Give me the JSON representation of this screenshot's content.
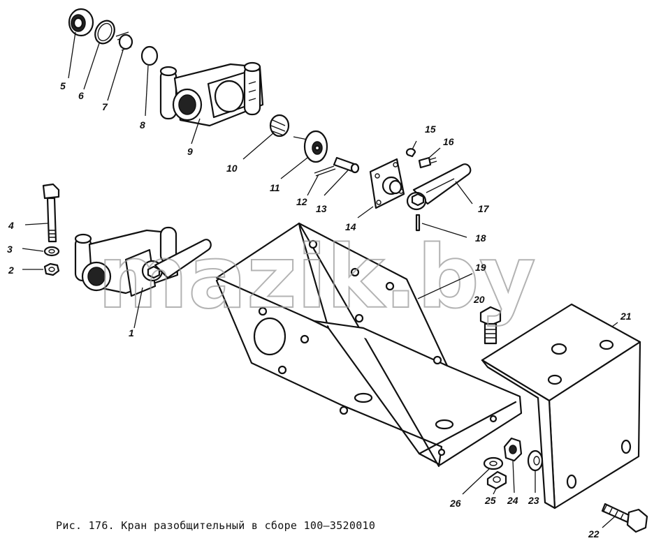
{
  "caption": "Рис. 176. Кран разобщительный в сборе 100—3520010",
  "watermark": "mazik.by",
  "callouts": {
    "c1": "1",
    "c2": "2",
    "c3": "3",
    "c4": "4",
    "c5": "5",
    "c6": "6",
    "c7": "7",
    "c8": "8",
    "c9": "9",
    "c10": "10",
    "c11": "11",
    "c12": "12",
    "c13": "13",
    "c14": "14",
    "c15": "15",
    "c16": "16",
    "c17": "17",
    "c18": "18",
    "c19": "19",
    "c20": "20",
    "c21": "21",
    "c22": "22",
    "c23": "23",
    "c24": "24",
    "c25": "25",
    "c26": "26"
  }
}
